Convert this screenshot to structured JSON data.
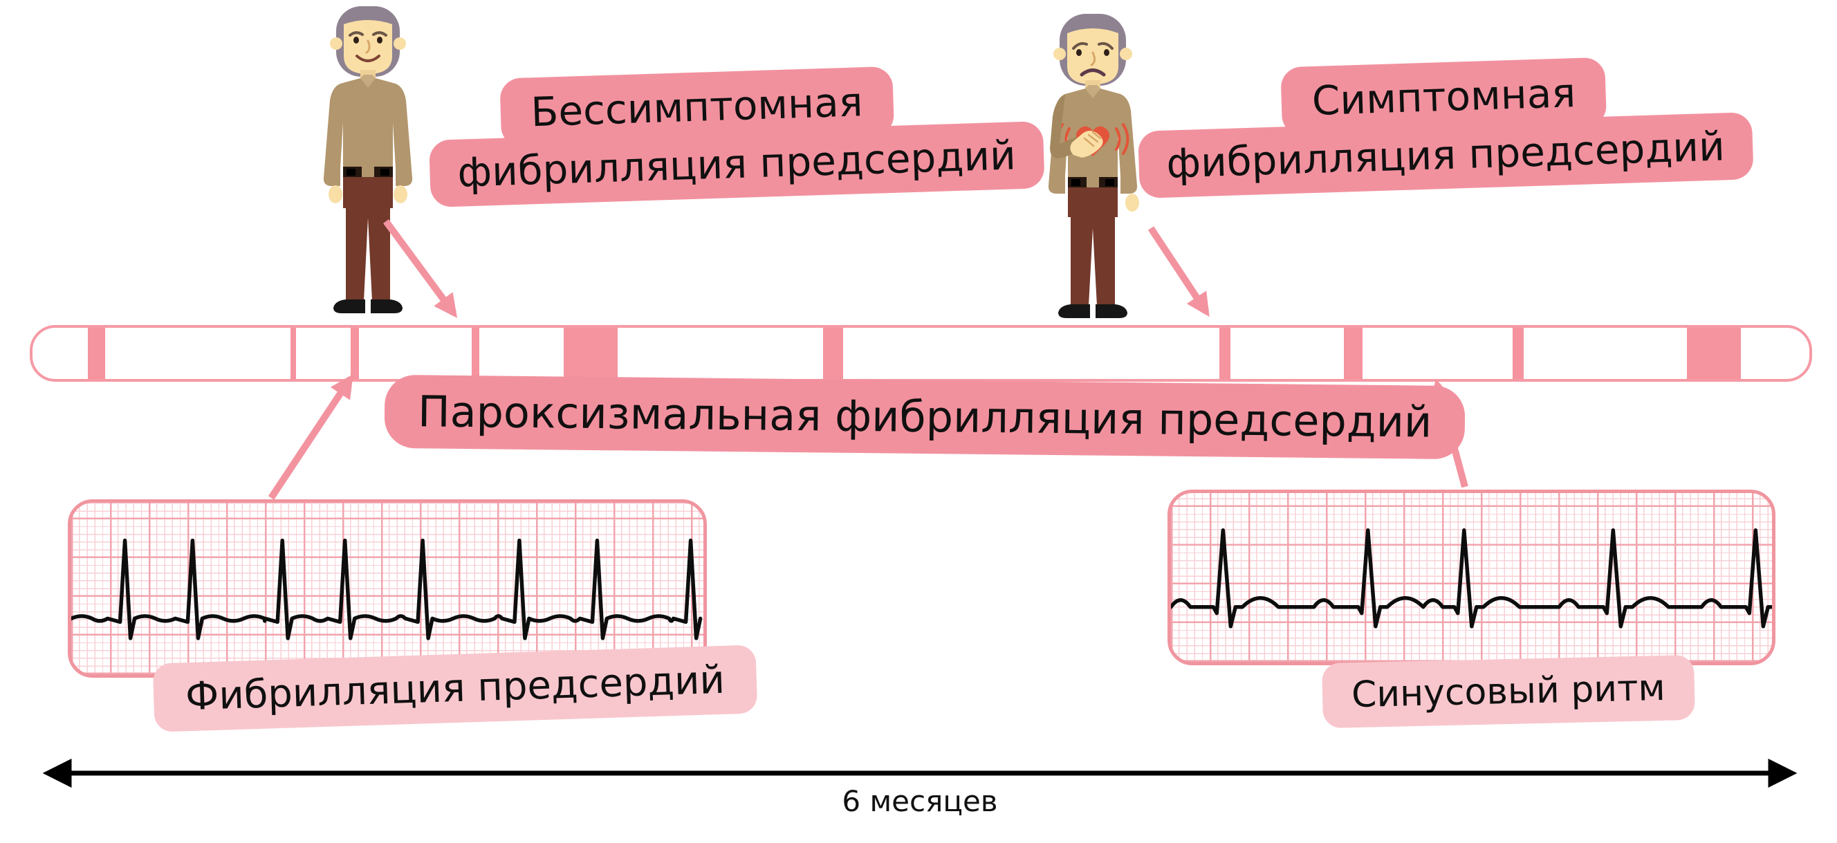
{
  "labels": {
    "asymptomatic_line1": "Бессимптомная",
    "asymptomatic_line2": "фибрилляция предсердий",
    "symptomatic_line1": "Симптомная",
    "symptomatic_line2": "фибрилляция предсердий",
    "paroxysmal": "Пароксизмальная фибрилляция предсердий",
    "afib_caption": "Фибрилляция предсердий",
    "sinus_caption": "Синусовый ритм",
    "duration": "6 месяцев"
  },
  "timeline": {
    "description": "horizontal strip representing 6 months; pink segments are AF episodes",
    "episodes": [
      {
        "left_pct": 3.1,
        "width_pct": 1.0
      },
      {
        "left_pct": 14.5,
        "width_pct": 0.32
      },
      {
        "left_pct": 17.9,
        "width_pct": 0.47
      },
      {
        "left_pct": 24.7,
        "width_pct": 0.43
      },
      {
        "left_pct": 29.9,
        "width_pct": 3.04
      },
      {
        "left_pct": 44.5,
        "width_pct": 1.13
      },
      {
        "left_pct": 66.8,
        "width_pct": 0.62
      },
      {
        "left_pct": 73.8,
        "width_pct": 1.05
      },
      {
        "left_pct": 83.3,
        "width_pct": 0.62
      },
      {
        "left_pct": 93.1,
        "width_pct": 3.04
      }
    ]
  },
  "ecg": {
    "afib": {
      "rhythm": "fibrillation",
      "spikes_pct": [
        8.6,
        19.3,
        33.5,
        43.4,
        55.7,
        71.0,
        83.3,
        98.1
      ]
    },
    "sinus": {
      "rhythm": "sinus",
      "spikes_pct": [
        8.9,
        33.0,
        49.0,
        73.8,
        97.5
      ]
    }
  },
  "illustrations": {
    "left_person": "happy-senior-man",
    "right_person": "worried-senior-man-hand-on-heart"
  },
  "colors": {
    "label_pink": "#f2919e",
    "caption_pink": "#f8c7cd",
    "bar_segment_pink": "#f5939f",
    "bar_border_pink": "#f59aa5",
    "ecg_grid_minor": "#f8d0d5",
    "ecg_grid_major": "#f2a4ad",
    "arrow_pink": "#f2939f",
    "trace_black": "#0d0d0d"
  }
}
